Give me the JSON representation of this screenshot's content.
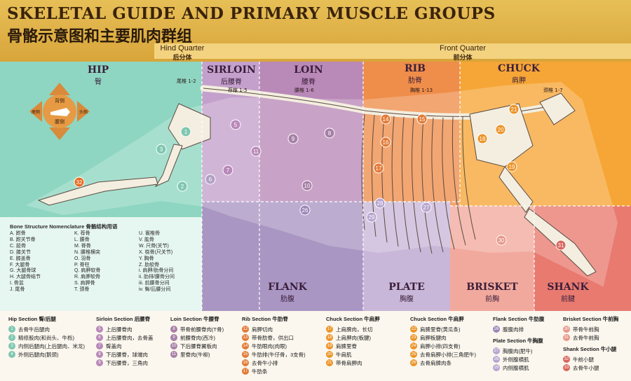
{
  "title_en": "Skeletal Guide and Primary Muscle Groups",
  "title_zh": "骨骼示意图和主要肌肉群组",
  "quarters": [
    {
      "en": "Hind Quarter",
      "zh": "后分体"
    },
    {
      "en": "Front Quarter",
      "zh": "前分体"
    }
  ],
  "sections": [
    {
      "en": "Hip",
      "zh": "臀"
    },
    {
      "en": "Sirloin",
      "zh": "后腰脊"
    },
    {
      "en": "Loin",
      "zh": "腰脊"
    },
    {
      "en": "Rib",
      "zh": "肋脊"
    },
    {
      "en": "Chuck",
      "zh": "肩胛"
    },
    {
      "en": "Flank",
      "zh": "肋腹"
    },
    {
      "en": "Plate",
      "zh": "胸腹"
    },
    {
      "en": "Brisket",
      "zh": "前胸"
    },
    {
      "en": "Shank",
      "zh": "前腱"
    }
  ],
  "vertebrae": {
    "tail": "尾椎 1-2",
    "sacral": "荐椎 1-5",
    "lumbar": "腰椎 1-6",
    "thoracic": "胸椎 1-13",
    "cervical": "颈椎 1-7"
  },
  "compass": {
    "top": "背侧",
    "bottom": "腹侧",
    "left": "尾侧",
    "right": "头侧"
  },
  "nomenclature": {
    "title": "Bone Structure Nomenclature 骨骼结构用语",
    "items": [
      {
        "k": "A.",
        "v": "跗骨"
      },
      {
        "k": "B.",
        "v": "跗关节骨"
      },
      {
        "k": "C.",
        "v": "胫骨"
      },
      {
        "k": "D.",
        "v": "膝关节"
      },
      {
        "k": "E.",
        "v": "膝盖骨"
      },
      {
        "k": "F.",
        "v": "大腿骨"
      },
      {
        "k": "G.",
        "v": "大腿骨球"
      },
      {
        "k": "H.",
        "v": "大腿骨结节"
      },
      {
        "k": "I.",
        "v": "骨盆"
      },
      {
        "k": "J.",
        "v": "尾骨"
      },
      {
        "k": "K.",
        "v": "荐骨"
      },
      {
        "k": "L.",
        "v": "腰骨"
      },
      {
        "k": "M.",
        "v": "脊骨"
      },
      {
        "k": "N.",
        "v": "腰椎横突"
      },
      {
        "k": "O.",
        "v": "羽骨"
      },
      {
        "k": "P.",
        "v": "脊柱"
      },
      {
        "k": "Q.",
        "v": "肩胛软骨"
      },
      {
        "k": "R.",
        "v": "肩胛软骨"
      },
      {
        "k": "S.",
        "v": "肩胛骨"
      },
      {
        "k": "T.",
        "v": "颈骨"
      },
      {
        "k": "U.",
        "v": "寰椎骨"
      },
      {
        "k": "V.",
        "v": "肱骨"
      },
      {
        "k": "W.",
        "v": "尺骨(关节)"
      },
      {
        "k": "X.",
        "v": "桡骨(尺关节)"
      },
      {
        "k": "Y.",
        "v": "胸骨"
      },
      {
        "k": "Z.",
        "v": "肋软骨"
      },
      {
        "k": "i.",
        "v": "肩胛/肋骨分间"
      },
      {
        "k": "ii.",
        "v": "肋排/腰骨分间"
      },
      {
        "k": "iii.",
        "v": "前腰骨分间"
      },
      {
        "k": "iv.",
        "v": "臀/后腰分间"
      }
    ]
  },
  "legend": [
    {
      "title": "Hip Section 臀/后腿",
      "items": [
        {
          "n": "1",
          "label": "去骨牛后腿肉"
        },
        {
          "n": "2",
          "label": "精修股肉(和尚头、牛栎)"
        },
        {
          "n": "3",
          "label": "内侧后腿肉(上后腿肉、米龙)"
        },
        {
          "n": "4",
          "label": "外侧后腿肉(鹅颈)"
        }
      ]
    },
    {
      "title": "Sirloin Section 后腰脊",
      "items": [
        {
          "n": "5",
          "label": "上后腰脊肉"
        },
        {
          "n": "6",
          "label": "上后腰脊肉，去骨盖"
        },
        {
          "n": "7",
          "label": "臀盖肉"
        },
        {
          "n": "8",
          "label": "下后腰脊，球端肉"
        },
        {
          "n": "9",
          "label": "下后腰脊，三角肉"
        }
      ]
    },
    {
      "title": "Loin Section 牛腰脊",
      "items": [
        {
          "n": "8",
          "label": "带骨前腰脊肉(T骨)"
        },
        {
          "n": "9",
          "label": "前腰脊肉(西冷)"
        },
        {
          "n": "10",
          "label": "下后腰脊翼板肉"
        },
        {
          "n": "11",
          "label": "里脊肉(牛柳)"
        }
      ]
    },
    {
      "title": "Rib Section 牛肋脊",
      "items": [
        {
          "n": "12",
          "label": "肩胛切肉"
        },
        {
          "n": "13",
          "label": "带骨肋脊，供出口"
        },
        {
          "n": "14",
          "label": "牛肋眼肉(肉眼)"
        },
        {
          "n": "15",
          "label": "牛肋排(牛仔骨，3支骨)"
        },
        {
          "n": "16",
          "label": "去骨牛小排"
        },
        {
          "n": "17",
          "label": "牛肋条"
        }
      ]
    },
    {
      "title": "Chuck Section 牛肩胛",
      "items": [
        {
          "n": "17",
          "label": "上肩脾肉，长切"
        },
        {
          "n": "18",
          "label": "上肩胛肉(板腱)"
        },
        {
          "n": "19",
          "label": "肩脾里脊"
        },
        {
          "n": "20",
          "label": "牛肩肌"
        },
        {
          "n": "21",
          "label": "带骨肩胛肉"
        }
      ]
    },
    {
      "title": "Chuck Section 牛肩胛",
      "items": [
        {
          "n": "22",
          "label": "肩脾里脊(黄瓜条)"
        },
        {
          "n": "23",
          "label": "肩胛板腱肉"
        },
        {
          "n": "24",
          "label": "肩胛小排(四支骨)"
        },
        {
          "n": "25",
          "label": "去骨肩胛小排(三角肥牛)"
        },
        {
          "n": "26",
          "label": "去骨肩脾肉条"
        }
      ]
    },
    {
      "title": "Flank Section 牛肋腹",
      "items": [
        {
          "n": "26",
          "label": "腹腹肉排"
        }
      ],
      "title2": "Plate Section 牛胸腹",
      "items2": [
        {
          "n": "27",
          "label": "胸腹肉(肥牛)"
        },
        {
          "n": "28",
          "label": "外侧腹横肌"
        },
        {
          "n": "29",
          "label": "内侧腹横肌"
        }
      ]
    },
    {
      "title": "Brisket Section 牛前胸",
      "items": [
        {
          "n": "30",
          "label": "带骨牛前胸"
        },
        {
          "n": "31",
          "label": "去骨牛前胸"
        }
      ],
      "title2": "Shank Section 牛小腿",
      "items2": [
        {
          "n": "32",
          "label": "牛前小腿"
        },
        {
          "n": "33",
          "label": "去骨牛小腿"
        }
      ]
    }
  ],
  "colors": {
    "hip": "#8ed6c1",
    "sirloin": "#c4a1cc",
    "loin": "#b989b8",
    "rib": "#ef8d4a",
    "chuck": "#f6a636",
    "flank": "#a996c3",
    "plate": "#c9b7d9",
    "brisket": "#f2a99d",
    "shank": "#e87a70",
    "dot": "#e86a1f"
  }
}
